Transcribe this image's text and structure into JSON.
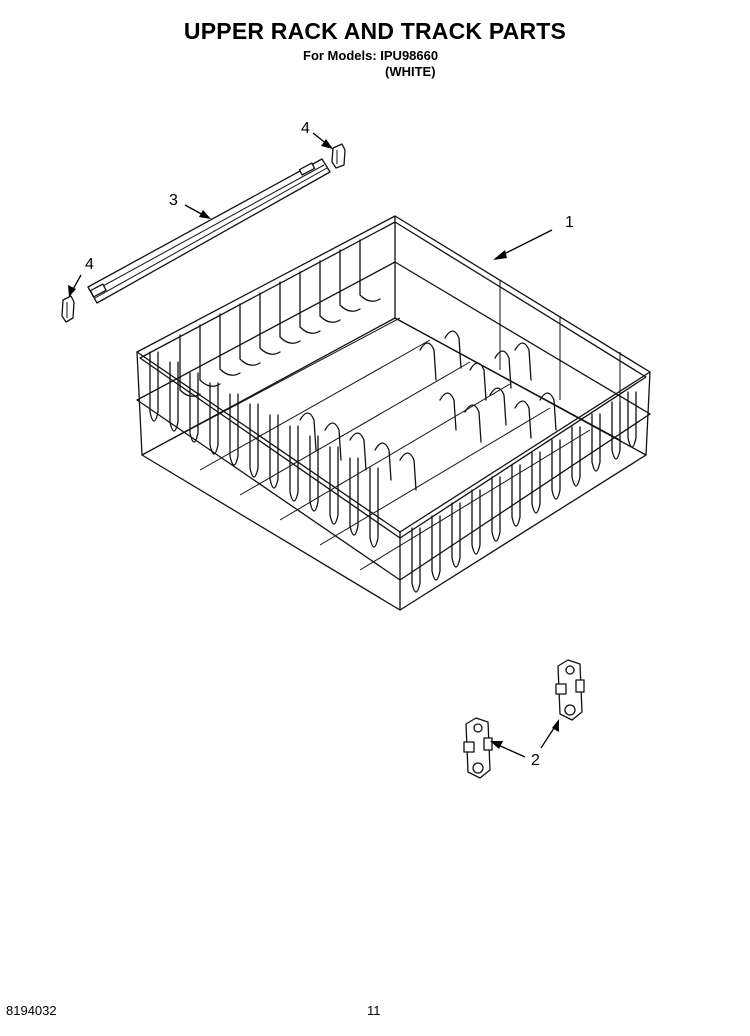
{
  "header": {
    "title": "UPPER RACK AND TRACK PARTS",
    "models_line": "For Models: IPU98660",
    "color_line": "(WHITE)"
  },
  "callouts": {
    "rack": "1",
    "rollers": "2",
    "track": "3",
    "track_stop_top": "4",
    "track_stop_left": "4"
  },
  "footer": {
    "doc_number": "8194032",
    "page_number": "11"
  }
}
